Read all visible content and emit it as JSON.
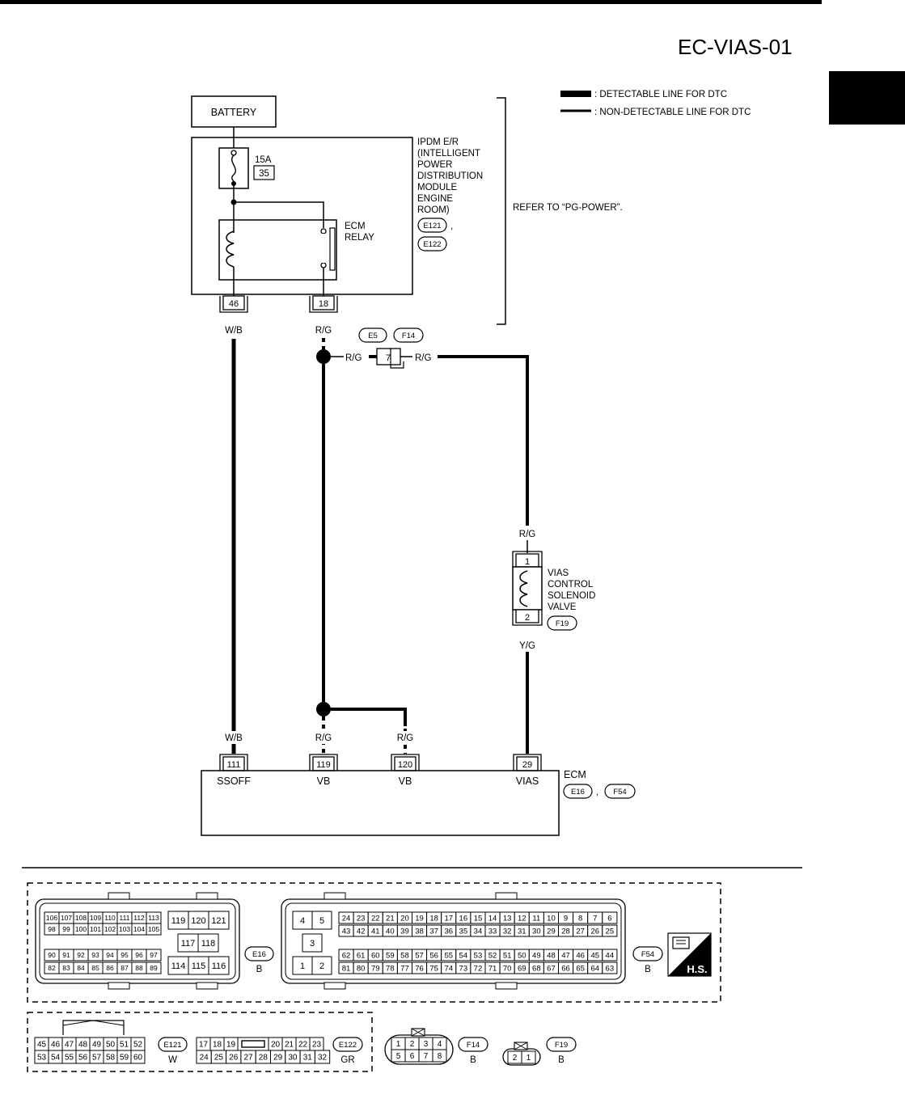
{
  "header": {
    "diagram_id": "EC-VIAS-01"
  },
  "legend": {
    "detectable": ": DETECTABLE LINE FOR DTC",
    "non_detectable": ": NON-DETECTABLE LINE FOR DTC"
  },
  "battery": {
    "label": "BATTERY"
  },
  "fuse": {
    "rating": "15A",
    "number": "35"
  },
  "ipdm": {
    "lines": [
      "IPDM E/R",
      "(INTELLIGENT",
      "POWER",
      "DISTRIBUTION",
      "MODULE",
      "ENGINE",
      "ROOM)"
    ],
    "connectors": [
      "E121",
      "E122"
    ],
    "separator": ",",
    "refer_text": "REFER TO “PG-POWER”."
  },
  "ecm_relay": {
    "lines": [
      "ECM",
      "RELAY"
    ]
  },
  "ipdm_pins": {
    "left": "46",
    "right": "18"
  },
  "wires": {
    "wb_top": "W/B",
    "rg_top": "R/G",
    "rg_mid_left": "R/G",
    "rg_mid_right": "R/G",
    "rg_valve": "R/G",
    "yg_valve": "Y/G",
    "wb_bottom": "W/B",
    "rg_bottom_1": "R/G",
    "rg_bottom_2": "R/G"
  },
  "joint_connector": {
    "pin": "7",
    "connectors": [
      "E5",
      "F14"
    ]
  },
  "vias_valve": {
    "lines": [
      "VIAS",
      "CONTROL",
      "SOLENOID",
      "VALVE"
    ],
    "pin_top": "1",
    "pin_bottom": "2",
    "connector": "F19"
  },
  "ecm": {
    "label": "ECM",
    "connectors": [
      "E16",
      "F54"
    ],
    "separator": ",",
    "pins": [
      {
        "num": "111",
        "name": "SSOFF"
      },
      {
        "num": "119",
        "name": "VB"
      },
      {
        "num": "120",
        "name": "VB"
      },
      {
        "num": "29",
        "name": "VIAS"
      }
    ]
  },
  "connector_views": {
    "e16": {
      "label": "E16",
      "color": "B",
      "rows": [
        [
          "106",
          "107",
          "108",
          "109",
          "110",
          "111",
          "112",
          "113"
        ],
        [
          "98",
          "99",
          "100",
          "101",
          "102",
          "103",
          "104",
          "105"
        ],
        [
          "90",
          "91",
          "92",
          "93",
          "94",
          "95",
          "96",
          "97"
        ],
        [
          "82",
          "83",
          "84",
          "85",
          "86",
          "87",
          "88",
          "89"
        ]
      ],
      "right_top": [
        "119",
        "120",
        "121"
      ],
      "right_mid": [
        "117",
        "118"
      ],
      "right_bot": [
        "114",
        "115",
        "116"
      ]
    },
    "f54": {
      "label": "F54",
      "color": "B",
      "rows": [
        [
          "24",
          "23",
          "22",
          "21",
          "20",
          "19",
          "18",
          "17",
          "16",
          "15",
          "14",
          "13",
          "12",
          "11",
          "10",
          "9",
          "8",
          "7",
          "6"
        ],
        [
          "43",
          "42",
          "41",
          "40",
          "39",
          "38",
          "37",
          "36",
          "35",
          "34",
          "33",
          "32",
          "31",
          "30",
          "29",
          "28",
          "27",
          "26",
          "25"
        ],
        [
          "62",
          "61",
          "60",
          "59",
          "58",
          "57",
          "56",
          "55",
          "54",
          "53",
          "52",
          "51",
          "50",
          "49",
          "48",
          "47",
          "46",
          "45",
          "44"
        ],
        [
          "81",
          "80",
          "79",
          "78",
          "77",
          "76",
          "75",
          "74",
          "73",
          "72",
          "71",
          "70",
          "69",
          "68",
          "67",
          "66",
          "65",
          "64",
          "63"
        ]
      ],
      "left_block": [
        "4",
        "5",
        "3",
        "1",
        "2"
      ]
    },
    "hs_badge": "H.S.",
    "e121": {
      "label": "E121",
      "color": "W",
      "rows": [
        [
          "45",
          "46",
          "47",
          "48",
          "49",
          "50",
          "51",
          "52"
        ],
        [
          "53",
          "54",
          "55",
          "56",
          "57",
          "58",
          "59",
          "60"
        ]
      ]
    },
    "e122": {
      "label": "E122",
      "color": "GR",
      "rows": [
        [
          "17",
          "18",
          "19",
          "",
          "20",
          "21",
          "22",
          "23"
        ],
        [
          "24",
          "25",
          "26",
          "27",
          "28",
          "29",
          "30",
          "31",
          "32"
        ]
      ]
    },
    "f14": {
      "label": "F14",
      "color": "B",
      "rows": [
        [
          "1",
          "2",
          "3",
          "4"
        ],
        [
          "5",
          "6",
          "7",
          "8"
        ]
      ]
    },
    "f19": {
      "label": "F19",
      "color": "B",
      "pins": [
        "2",
        "1"
      ]
    }
  }
}
